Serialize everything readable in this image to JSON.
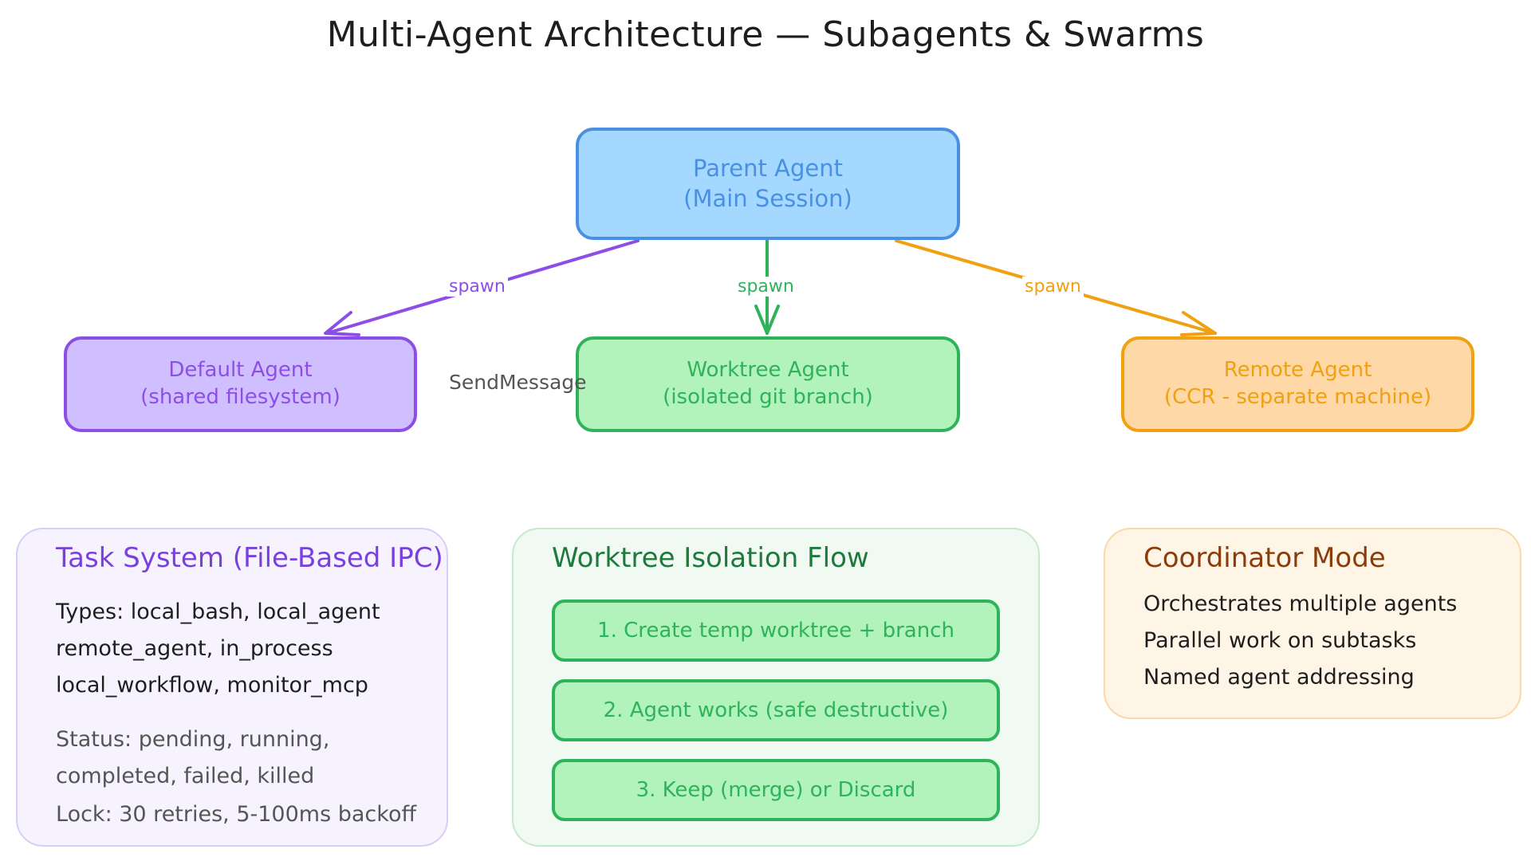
{
  "title": "Multi-Agent Architecture — Subagents & Swarms",
  "colors": {
    "parent_fill": "#a5d8ff",
    "parent_stroke": "#4a90e2",
    "default_fill": "#d0bfff",
    "default_stroke": "#8d4ee8",
    "worktree_fill": "#b2f2bb",
    "worktree_stroke": "#2fb35a",
    "remote_fill": "#ffd8a8",
    "remote_stroke": "#f0a010"
  },
  "nodes": {
    "parent": {
      "line1": "Parent Agent",
      "line2": "(Main Session)"
    },
    "default": {
      "line1": "Default Agent",
      "line2": "(shared filesystem)"
    },
    "worktree": {
      "line1": "Worktree Agent",
      "line2": "(isolated git branch)"
    },
    "remote": {
      "line1": "Remote Agent",
      "line2": "(CCR - separate machine)"
    }
  },
  "edges": {
    "spawn_left": "spawn",
    "spawn_center": "spawn",
    "spawn_right": "spawn",
    "send_message": "SendMessage"
  },
  "task_system": {
    "title": "Task System (File-Based IPC)",
    "types_lines": [
      "Types: local_bash, local_agent",
      "remote_agent, in_process",
      "local_workflow, monitor_mcp"
    ],
    "status_lines": [
      "Status: pending, running,",
      "completed, failed, killed",
      "Lock: 30 retries, 5-100ms backoff"
    ]
  },
  "worktree_flow": {
    "title": "Worktree Isolation Flow",
    "steps": [
      "1. Create temp worktree + branch",
      "2. Agent works (safe destructive)",
      "3. Keep (merge) or Discard"
    ]
  },
  "coordinator": {
    "title": "Coordinator Mode",
    "lines": [
      "Orchestrates multiple agents",
      "Parallel work on subtasks",
      "Named agent addressing"
    ]
  }
}
